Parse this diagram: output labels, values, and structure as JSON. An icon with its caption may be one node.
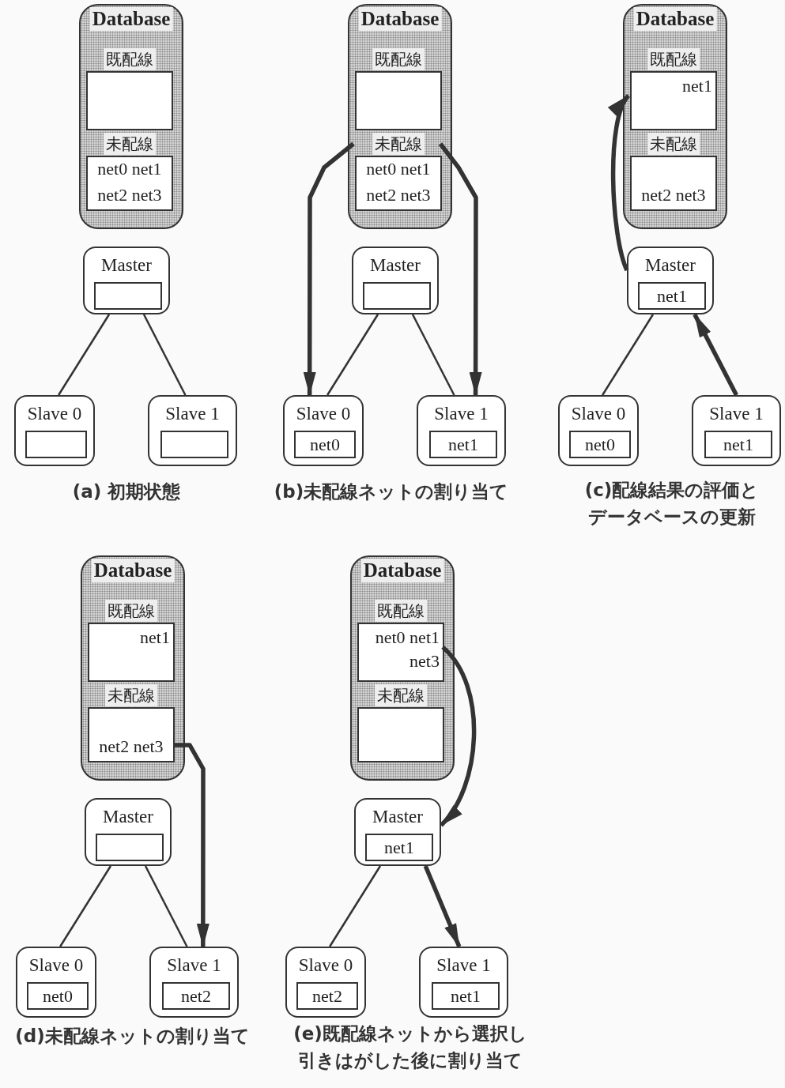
{
  "diagram": {
    "nodes": [
      {
        "text": [
          "Database"
        ]
      },
      {
        "text": [
          "既配線"
        ],
        "in": 0
      },
      {
        "text": [
          "未配線",
          "net0 net1 net2 net3"
        ],
        "in": 0
      },
      {
        "text": [
          "Master"
        ]
      },
      {
        "text": [],
        "shape": "box",
        "in": 3
      },
      {
        "text": [
          "Slave 0"
        ]
      },
      {
        "text": [],
        "shape": "box",
        "in": 5
      },
      {
        "text": [
          "Slave 1"
        ]
      },
      {
        "text": [],
        "shape": "box",
        "in": 7
      },
      {
        "text": [
          "Database"
        ]
      },
      {
        "text": [
          "既配線"
        ],
        "in": 9
      },
      {
        "text": [
          "未配線",
          "net0 net1 net2 net3"
        ],
        "in": 9
      },
      {
        "text": [
          "Master"
        ]
      },
      {
        "text": [],
        "shape": "box",
        "in": 12
      },
      {
        "text": [
          "Slave 0"
        ]
      },
      {
        "text": [
          "net0"
        ],
        "in": 14
      },
      {
        "text": [
          "Slave 1"
        ]
      },
      {
        "text": [
          "net1"
        ],
        "in": 16
      },
      {
        "text": [
          "Database"
        ]
      },
      {
        "text": [
          "既配線",
          "net1"
        ],
        "in": 18
      },
      {
        "text": [
          "未配線",
          "net2 net3"
        ],
        "in": 18
      },
      {
        "text": [
          "Master"
        ]
      },
      {
        "text": [
          "net1"
        ],
        "in": 21
      },
      {
        "text": [
          "Slave 0"
        ]
      },
      {
        "text": [
          "net0"
        ],
        "in": 23
      },
      {
        "text": [
          "Slave 1"
        ]
      },
      {
        "text": [
          "net1"
        ],
        "in": 25
      },
      {
        "text": [
          "Database"
        ]
      },
      {
        "text": [
          "既配線",
          "net1"
        ],
        "in": 27
      },
      {
        "text": [
          "未配線",
          "net2 net3"
        ],
        "in": 27
      },
      {
        "text": [
          "Master"
        ]
      },
      {
        "text": [],
        "shape": "box",
        "in": 30
      },
      {
        "text": [
          "Slave 0"
        ]
      },
      {
        "text": [
          "net0"
        ],
        "in": 32
      },
      {
        "text": [
          "Slave 1"
        ]
      },
      {
        "text": [
          "net2"
        ],
        "in": 34
      },
      {
        "text": [
          "Database"
        ]
      },
      {
        "text": [
          "既配線",
          "net0 net1 net3"
        ],
        "in": 36
      },
      {
        "text": [
          "未配線"
        ],
        "in": 36
      },
      {
        "text": [
          "Master"
        ]
      },
      {
        "text": [
          "net1"
        ],
        "in": 39
      },
      {
        "text": [
          "Slave 0"
        ]
      },
      {
        "text": [
          "net2"
        ],
        "in": 41
      },
      {
        "text": [
          "Slave 1"
        ]
      },
      {
        "text": [
          "net1"
        ],
        "in": 43
      }
    ],
    "edges": [
      {
        "from": 3,
        "to": 5,
        "arrow": "none"
      },
      {
        "from": 3,
        "to": 7,
        "arrow": "none"
      },
      {
        "from": 12,
        "to": 14,
        "arrow": "none"
      },
      {
        "from": 12,
        "to": 16,
        "arrow": "none"
      },
      {
        "from": 11,
        "to": 14,
        "arrow": "to",
        "style": "thick"
      },
      {
        "from": 11,
        "to": 16,
        "arrow": "to",
        "style": "thick"
      },
      {
        "from": 21,
        "to": 23,
        "arrow": "none"
      },
      {
        "from": 21,
        "to": 19,
        "arrow": "to",
        "style": "thick"
      },
      {
        "from": 25,
        "to": 21,
        "arrow": "to",
        "style": "thick"
      },
      {
        "from": 30,
        "to": 32,
        "arrow": "none"
      },
      {
        "from": 30,
        "to": 34,
        "arrow": "none"
      },
      {
        "from": 29,
        "to": 34,
        "arrow": "to",
        "style": "thick"
      },
      {
        "from": 39,
        "to": 41,
        "arrow": "none"
      },
      {
        "from": 37,
        "to": 39,
        "arrow": "to",
        "style": "thick"
      },
      {
        "from": 39,
        "to": 43,
        "arrow": "to",
        "style": "thick"
      }
    ],
    "labels": [
      "(a) 初期状態",
      "(b)未配線ネットの割り当て",
      "(c)配線結果の評価とデータベースの更新",
      "(d)未配線ネットの割り当て",
      "(e)既配線ネットから選択し引きはがした後に割り当て"
    ]
  }
}
